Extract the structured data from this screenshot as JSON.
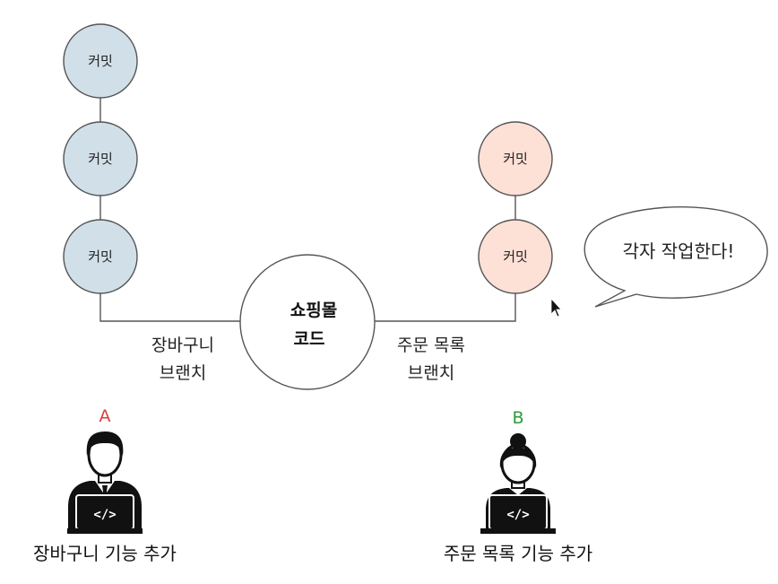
{
  "center_node": {
    "line1": "쇼핑몰",
    "line2": "코드"
  },
  "left_branch": {
    "commits": [
      "커밋",
      "커밋",
      "커밋"
    ],
    "label_line1": "장바구니",
    "label_line2": "브랜치",
    "color": "#d1dfe8"
  },
  "right_branch": {
    "commits": [
      "커밋",
      "커밋"
    ],
    "label_line1": "주문 목록",
    "label_line2": "브랜치",
    "color": "#fde0d6"
  },
  "speech_bubble": {
    "text": "각자 작업한다!"
  },
  "person_a": {
    "letter": "A",
    "caption": "장바구니 기능 추가",
    "letter_color": "#d9413a",
    "laptop_icon": "code-icon"
  },
  "person_b": {
    "letter": "B",
    "caption": "주문 목록 기능 추가",
    "letter_color": "#2e9a3a",
    "laptop_icon": "code-icon"
  }
}
